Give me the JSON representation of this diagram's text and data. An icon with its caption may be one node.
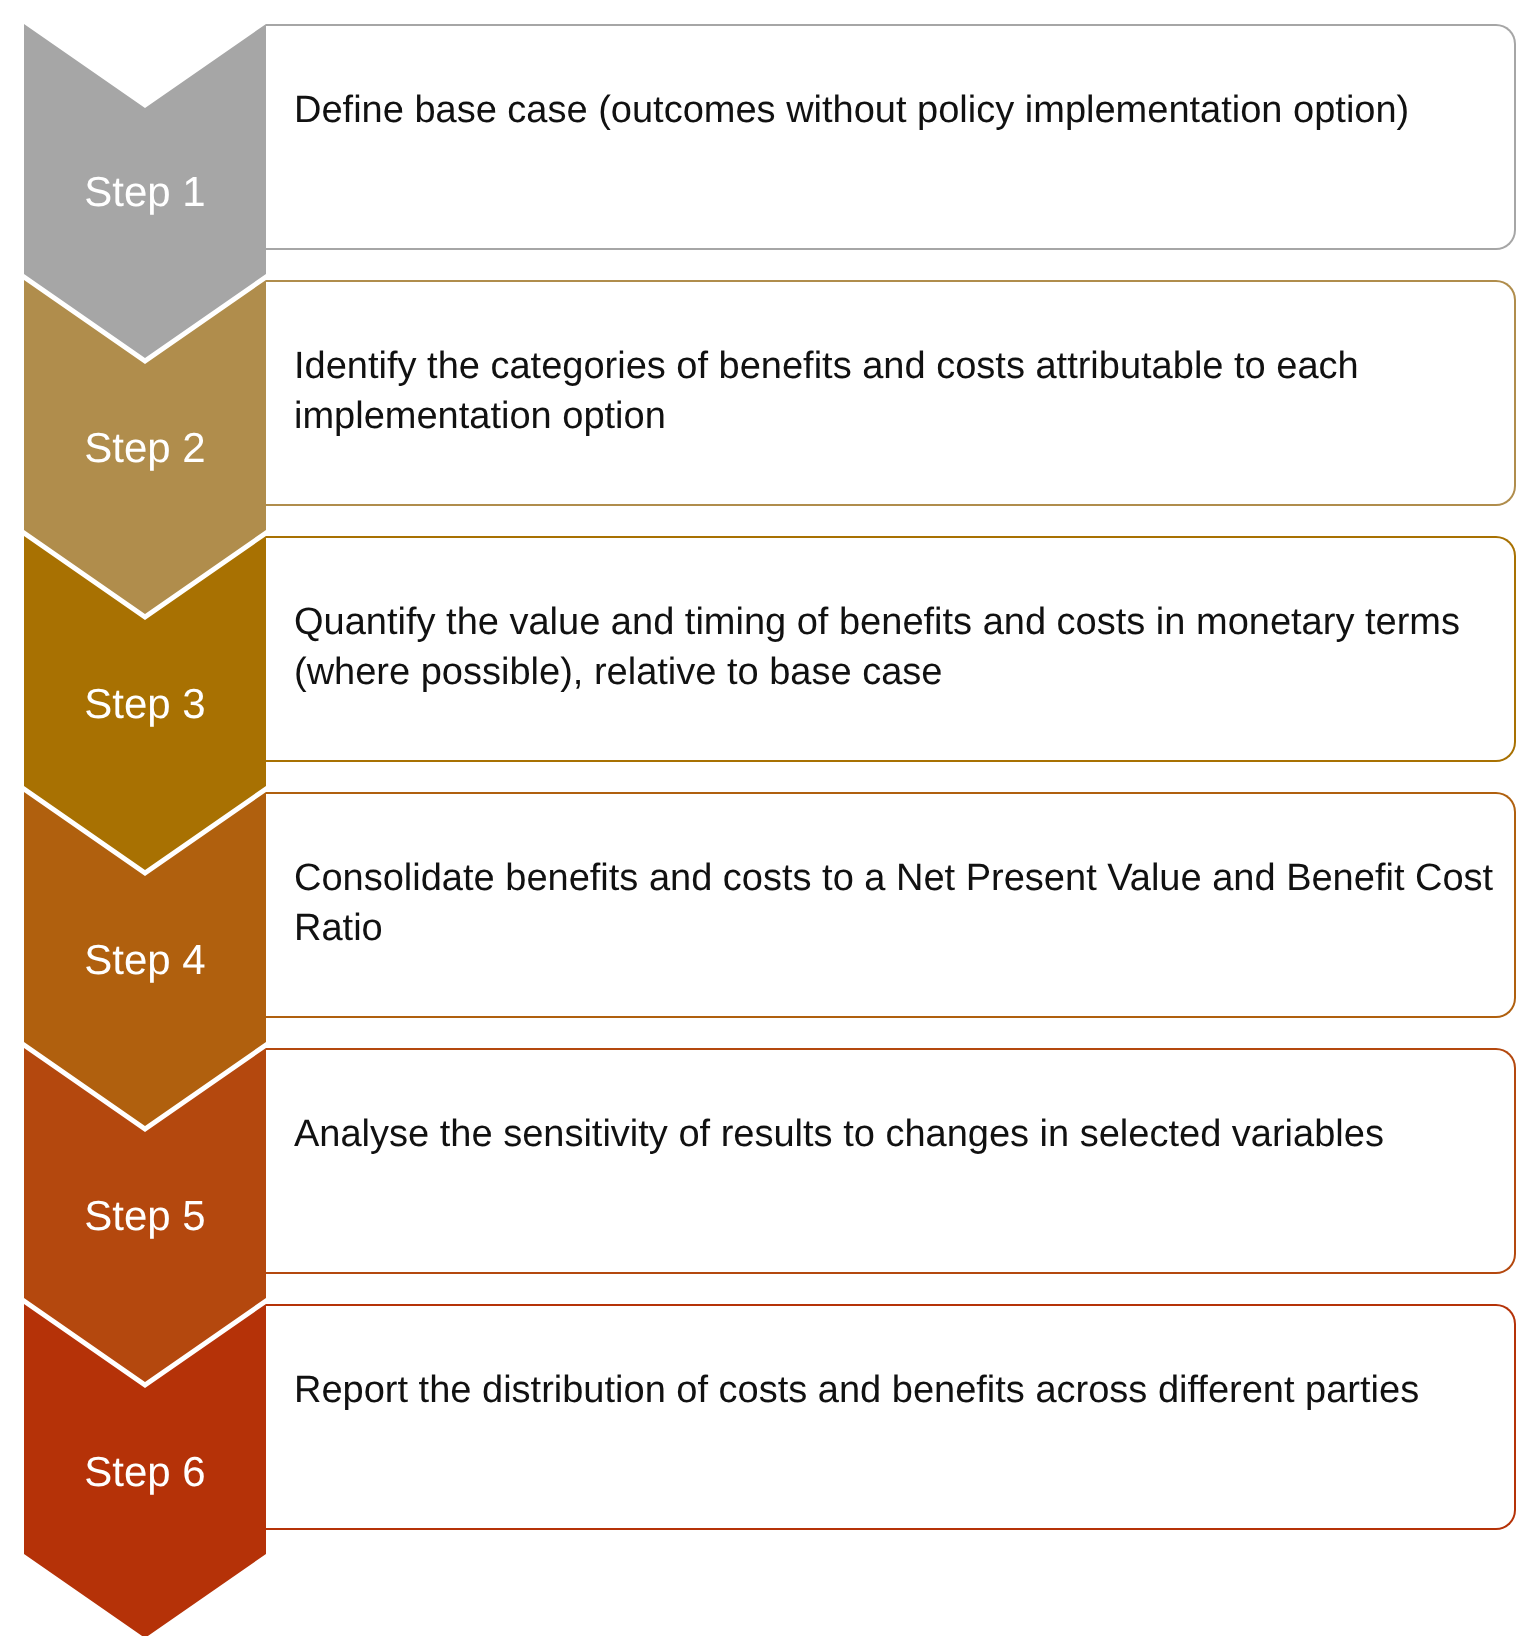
{
  "diagram": {
    "nodes": [
      {
        "text": [
          "Step 1"
        ]
      },
      {
        "text": [
          "Define base case (outcomes without policy implementation option)"
        ]
      },
      {
        "text": [
          "Step 2"
        ]
      },
      {
        "text": [
          "Identify the categories of benefits and costs attributable to each implementation option"
        ]
      },
      {
        "text": [
          "Step 3"
        ]
      },
      {
        "text": [
          "Quantify the value and timing of benefits and costs in monetary terms (where possible), relative to base case"
        ]
      },
      {
        "text": [
          "Step 4"
        ]
      },
      {
        "text": [
          "Consolidate benefits and costs to a Net Present Value and Benefit Cost Ratio"
        ]
      },
      {
        "text": [
          "Step 5"
        ]
      },
      {
        "text": [
          "Analyse the sensitivity of results to changes in selected variables"
        ]
      },
      {
        "text": [
          "Step 6"
        ]
      },
      {
        "text": [
          "Report the distribution of costs and benefits across different parties"
        ]
      }
    ]
  }
}
